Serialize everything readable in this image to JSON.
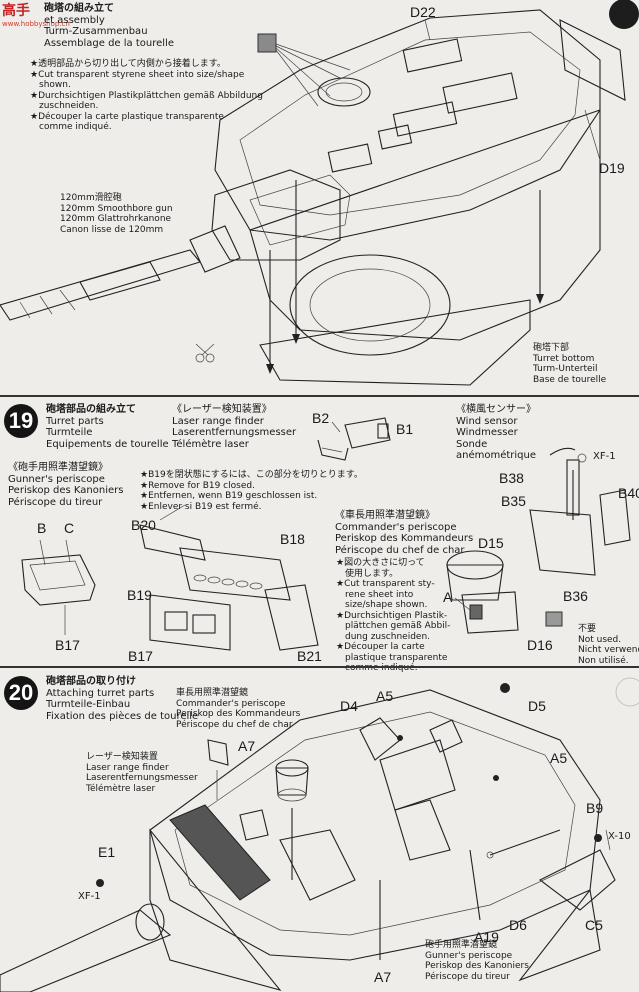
{
  "watermark": {
    "top": "高手",
    "bottom": "www.hobbyshop.cn"
  },
  "turret_assembly": {
    "title_jp": "砲塔の組み立て",
    "title_en": "et assembly",
    "title_de": "Turm-Zusammenbau",
    "title_fr": "Assemblage de la tourelle",
    "notes": [
      "★透明部品から切り出して内側から接着します。",
      "★Cut transparent styrene sheet into size/shape",
      "shown.",
      "★Durchsichtigen Plastikplättchen gemäß Abbildung",
      "zuschneiden.",
      "★Découper la carte plastique transparente",
      "comme indiqué."
    ],
    "gun": [
      "120mm滑腔砲",
      "120mm Smoothbore gun",
      "120mm Glattrohrkanone",
      "Canon lisse de 120mm"
    ],
    "turret_bottom": [
      "砲塔下部",
      "Turret bottom",
      "Turm-Unterteil",
      "Base de tourelle"
    ],
    "parts": {
      "d22": "D22",
      "d19": "D19"
    }
  },
  "step19": {
    "number": "19",
    "title": [
      "砲塔部品の組み立て",
      "Turret parts",
      "Turmteile",
      "Equipements de tourelle"
    ],
    "laser": [
      "《レーザー検知装置》",
      "Laser range finder",
      "Laserentfernungsmesser",
      "Télémètre laser"
    ],
    "wind": [
      "《横風センサー》",
      "Wind sensor",
      "Windmesser",
      "Sonde",
      "anémométrique"
    ],
    "gunner": [
      "《砲手用照準潜望鏡》",
      "Gunner's periscope",
      "Periskop des Kanoniers",
      "Périscope du tireur"
    ],
    "b19note": [
      "★B19を閉状態にするには、この部分を切りとります。",
      "★Remove for B19 closed.",
      "★Entfernen, wenn B19 geschlossen ist.",
      "★Enlever si B19 est fermé."
    ],
    "commander": [
      "《車長用照準潜望鏡》",
      "Commander's periscope",
      "Periskop des Kommandeurs",
      "Périscope du chef de char"
    ],
    "cutnote": [
      "★図の大きさに切って",
      "使用します。",
      "★Cut transparent sty-",
      "rene sheet into",
      "size/shape shown.",
      "★Durchsichtigen Plastik-",
      "plättchen gemäß Abbil-",
      "dung zuschneiden.",
      "★Découper la carte",
      "plastique transparente",
      "comme indiqué."
    ],
    "not_used": [
      "不要",
      "Not used.",
      "Nicht verwende",
      "Non utilisé."
    ],
    "parts": {
      "b2": "B2",
      "b1": "B1",
      "xf1": "XF-1",
      "b38": "B38",
      "b35": "B35",
      "b40": "B40",
      "b36": "B36",
      "b": "B",
      "c": "C",
      "b17a": "B17",
      "b20": "B20",
      "b18": "B18",
      "b19": "B19",
      "b17b": "B17",
      "b21": "B21",
      "d15": "D15",
      "a": "A",
      "d16": "D16"
    }
  },
  "step20": {
    "number": "20",
    "title": [
      "砲塔部品の取り付け",
      "Attaching turret parts",
      "Turmteile-Einbau",
      "Fixation des pièces de tourelle"
    ],
    "commander": [
      "車長用照準潜望鏡",
      "Commander's periscope",
      "Periskop des Kommandeurs",
      "Périscope du chef de char"
    ],
    "laser": [
      "レーザー検知装置",
      "Laser range finder",
      "Laserentfernungsmesser",
      "Télémètre laser"
    ],
    "gunner": [
      "砲手用照準潜望鏡",
      "Gunner's periscope",
      "Periskop des Kanoniers",
      "Périscope du tireur"
    ],
    "parts": {
      "a5a": "A5",
      "d4": "D4",
      "d5": "D5",
      "a5b": "A5",
      "a7a": "A7",
      "b9": "B9",
      "x10": "X-10",
      "e1": "E1",
      "xf1": "XF-1",
      "d6": "D6",
      "c5": "C5",
      "a19": "A19",
      "a7b": "A7"
    }
  }
}
